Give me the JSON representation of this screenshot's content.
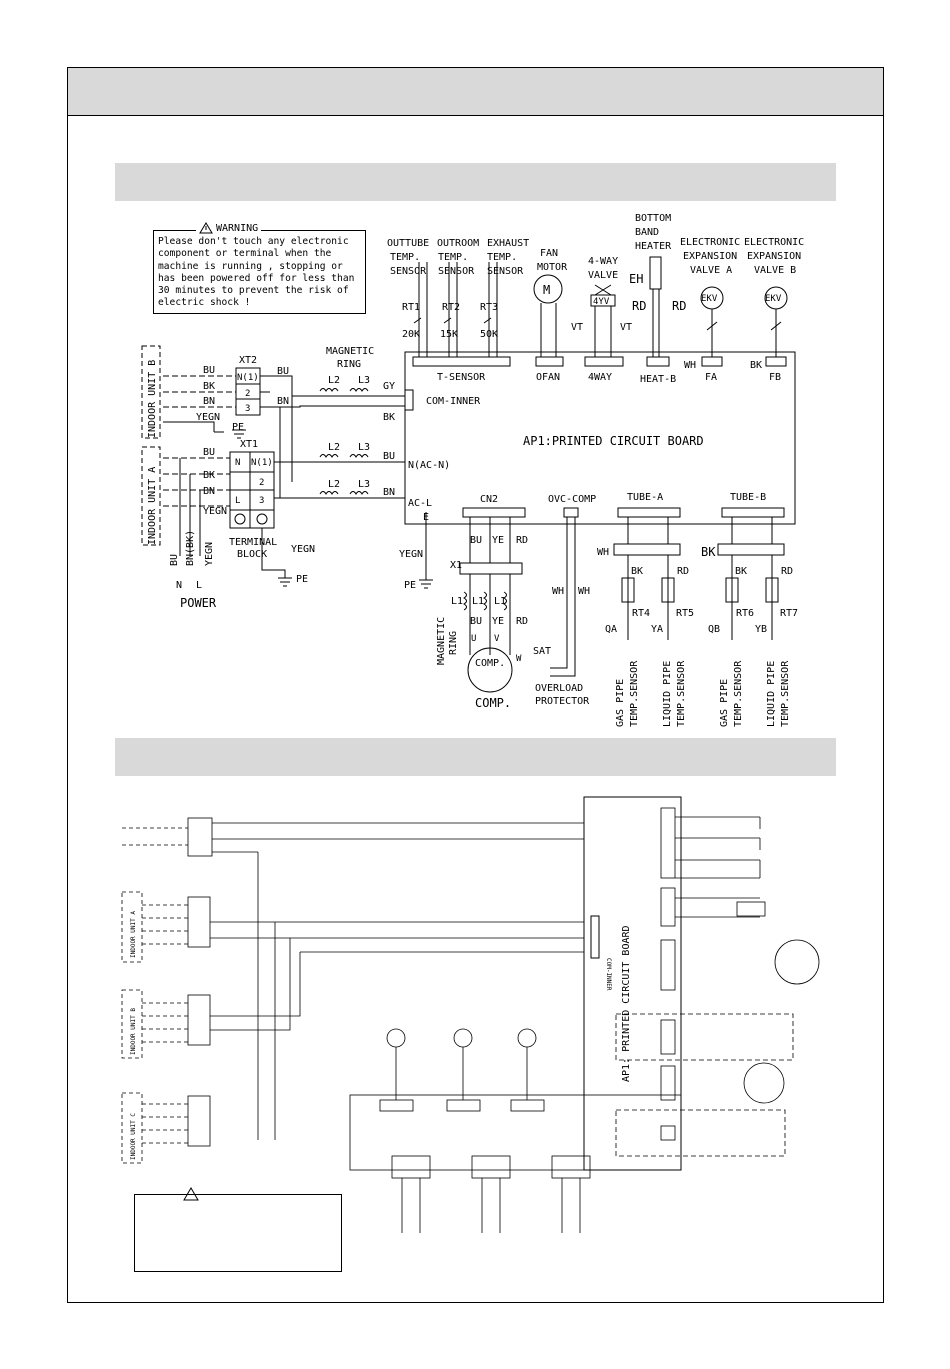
{
  "warning": {
    "title": "WARNING",
    "text": "Please don't touch any electronic\ncomponent or terminal when the\nmachine is running , stopping or\nhas been powered off for less than\n30 minutes to prevent the risk of\nelectric shock !"
  },
  "sensors": {
    "outtube": [
      "OUTTUBE",
      "TEMP.",
      "SENSOR"
    ],
    "outroom": [
      "OUTROOM",
      "TEMP.",
      "SENSOR"
    ],
    "exhaust": [
      "EXHAUST",
      "TEMP.",
      "SENSOR"
    ],
    "rt1": "RT1",
    "rt2": "RT2",
    "rt3": "RT3",
    "r1": "20K",
    "r2": "15K",
    "r3": "50K",
    "t_sensor": "T-SENSOR"
  },
  "fan": {
    "label": [
      "FAN",
      "MOTOR"
    ],
    "symbol": "M",
    "connector": "OFAN"
  },
  "valve": {
    "label": [
      "4-WAY",
      "VALVE"
    ],
    "symbol": "4YV",
    "connector": "4WAY",
    "vt": "VT"
  },
  "heater": {
    "label": [
      "BOTTOM",
      "BAND",
      "HEATER"
    ],
    "eh": "EH",
    "rd": "RD",
    "connector": "HEAT-B"
  },
  "ekv_a": {
    "label": [
      "ELECTRONIC",
      "EXPANSION",
      "VALVE A"
    ],
    "symbol": "EKV",
    "wire": "WH",
    "connector": "FA"
  },
  "ekv_b": {
    "label": [
      "ELECTRONIC",
      "EXPANSION",
      "VALVE B"
    ],
    "symbol": "EKV",
    "wire": "BK",
    "connector": "FB"
  },
  "indoor_units": {
    "b": "INDOOR UNIT B",
    "a": "INDOOR UNIT A"
  },
  "terminals": {
    "xt2": "XT2",
    "xt1": "XT1",
    "rows_xt2": [
      "N(1)",
      "2",
      "3"
    ],
    "rows_xt1": [
      "N",
      "N(1)",
      "2",
      "L",
      "3"
    ],
    "block": [
      "TERMINAL",
      "BLOCK"
    ]
  },
  "wires": {
    "bu": "BU",
    "bk": "BK",
    "bn": "BN",
    "yegn": "YEGN",
    "gy": "GY",
    "wh": "WH",
    "rd": "RD",
    "ye": "YE",
    "pe": "PE",
    "bn_bk": "BN(BK)",
    "l2": "L2",
    "l3": "L3",
    "l1": "L1",
    "e": "E",
    "x1": "X1"
  },
  "magnetic_ring": [
    "MAGNETIC",
    "RING"
  ],
  "pcb": {
    "title": "AP1:PRINTED CIRCUIT BOARD",
    "com_inner": "COM-INNER",
    "n_ac": "N(AC-N)",
    "ac_l": "AC-L",
    "cn2": "CN2",
    "ovc": "OVC-COMP",
    "tube_a": "TUBE-A",
    "tube_b": "TUBE-B"
  },
  "power": {
    "n": "N",
    "l": "L",
    "label": "POWER"
  },
  "compressor": {
    "symbol": "COMP.",
    "label": "COMP.",
    "u": "U",
    "v": "V",
    "w": "W",
    "sat": "SAT",
    "overload": [
      "OVERLOAD",
      "PROTECTOR"
    ]
  },
  "tube_sensors": {
    "rt4": "RT4",
    "rt5": "RT5",
    "rt6": "RT6",
    "rt7": "RT7",
    "qa": "QA",
    "ya": "YA",
    "qb": "QB",
    "yb": "YB",
    "gas": [
      "GAS PIPE",
      "TEMP.SENSOR"
    ],
    "liquid": [
      "LIQUID PIPE",
      "TEMP.SENSOR"
    ]
  },
  "lower": {
    "pcb_title": "AP1: PRINTED CIRCUIT BOARD",
    "com_inner": "COM-INNER",
    "unit_a": "INDOOR UNIT A",
    "unit_b": "INDOOR UNIT B",
    "unit_c": "INDOOR UNIT C"
  }
}
